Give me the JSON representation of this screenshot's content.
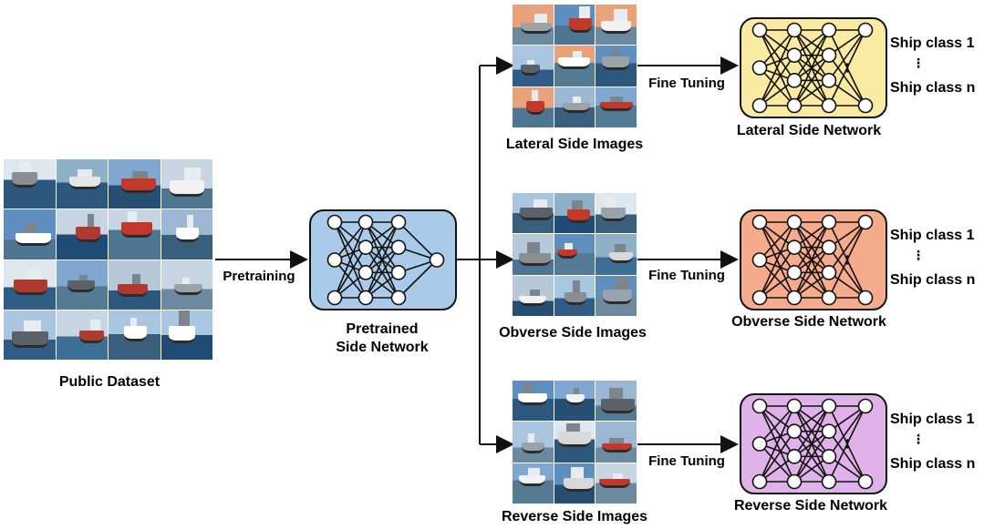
{
  "public_dataset": {
    "label": "Public Dataset"
  },
  "pretraining": {
    "label": "Pretraining"
  },
  "pretrained": {
    "line1": "Pretrained",
    "line2": "Side Network"
  },
  "branches": [
    {
      "key": "lateral",
      "fine_tuning": "Fine Tuning",
      "images_label": "Lateral Side Images",
      "network_label": "Lateral Side Network",
      "network_color": "#fbeaa2",
      "class_first": "Ship class 1",
      "class_dots": "⋮",
      "class_last": "Ship class n"
    },
    {
      "key": "obverse",
      "fine_tuning": "Fine Tuning",
      "images_label": "Obverse Side Images",
      "network_label": "Obverse Side Network",
      "network_color": "#f6ab8c",
      "class_first": "Ship class 1",
      "class_dots": "⋮",
      "class_last": "Ship class n"
    },
    {
      "key": "reverse",
      "fine_tuning": "Fine Tuning",
      "images_label": "Reverse Side Images",
      "network_label": "Reverse Side Network",
      "network_color": "#e0b2ea",
      "class_first": "Ship class 1",
      "class_dots": "⋮",
      "class_last": "Ship class n"
    }
  ],
  "colors": {
    "pretrained_network": "#a9cbe9",
    "arrow": "#111111"
  }
}
